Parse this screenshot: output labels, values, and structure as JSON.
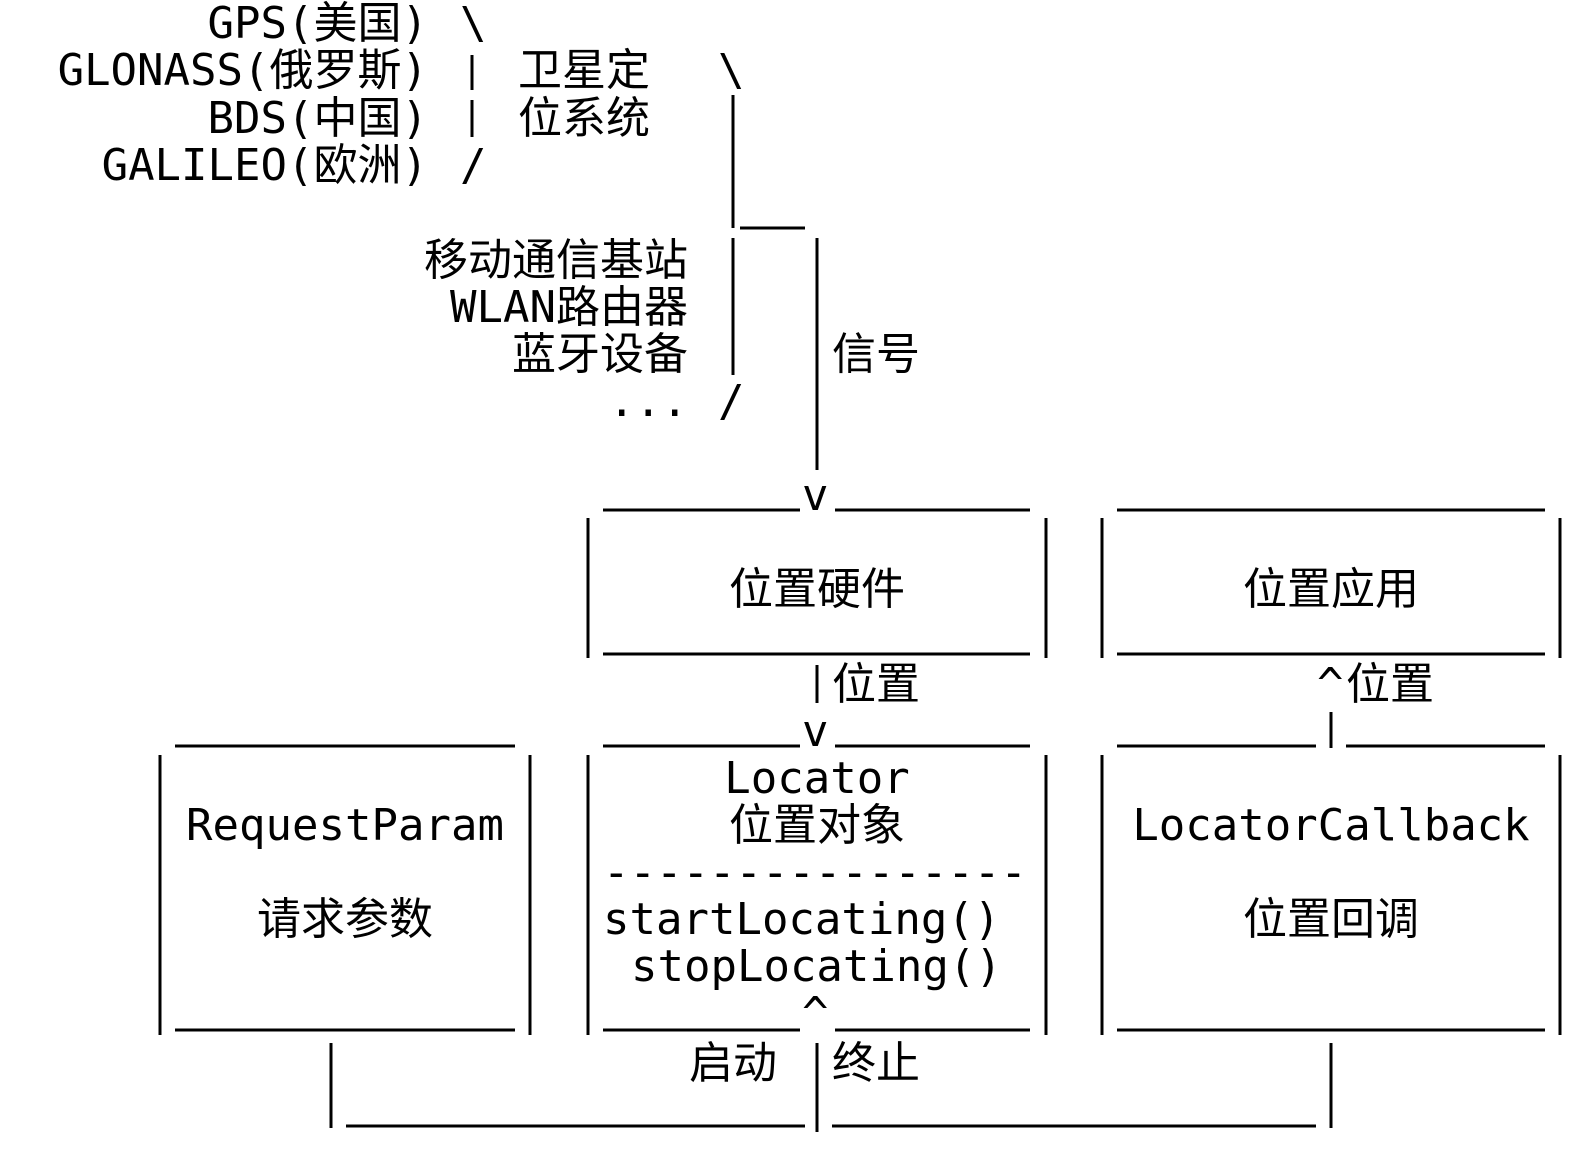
{
  "satellite": {
    "systems": [
      "GPS(美国)",
      "GLONASS(俄罗斯)",
      "BDS(中国)",
      "GALILEO(欧洲)"
    ],
    "label_line1": "卫星定",
    "label_line2": "位系统"
  },
  "ground_sources": [
    "移动通信基站",
    "WLAN路由器",
    "蓝牙设备",
    "..."
  ],
  "signal_label": "信号",
  "boxes": {
    "hardware": "位置硬件",
    "application": "位置应用",
    "request_param": {
      "name": "RequestParam",
      "label": "请求参数"
    },
    "locator": {
      "name": "Locator",
      "label": "位置对象",
      "separator": "----------------",
      "method1": "startLocating()",
      "method2": "stopLocating()"
    },
    "callback": {
      "name": "LocatorCallback",
      "label": "位置回调"
    }
  },
  "arrows": {
    "hardware_to_locator": "位置",
    "callback_to_app": "位置",
    "start": "启动",
    "stop": "终止"
  },
  "glyphs": {
    "down_arrow": "v",
    "up_arrow": "^",
    "backslash": "\\",
    "slash": "/",
    "bar": "|"
  }
}
